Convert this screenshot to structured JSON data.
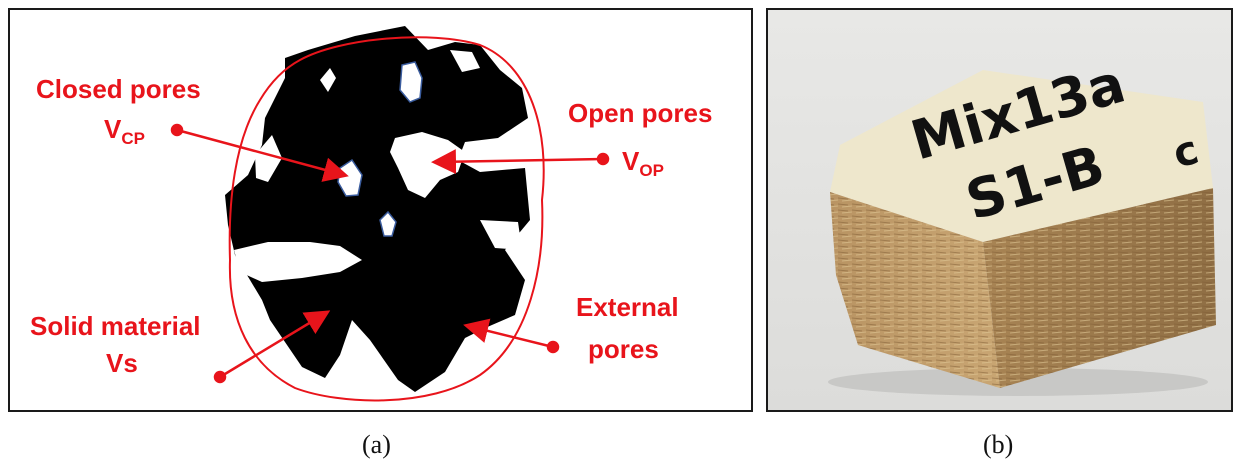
{
  "panel_a": {
    "closed_pores": {
      "title": "Closed pores",
      "symbol": "V",
      "sub": "CP"
    },
    "open_pores": {
      "title": "Open pores",
      "symbol": "V",
      "sub": "OP"
    },
    "solid_material": {
      "title": "Solid material",
      "symbol": "Vs"
    },
    "external_pores": {
      "line1": "External",
      "line2": "pores"
    },
    "accent_color": "#e8141b"
  },
  "panel_b": {
    "handwriting_line1": "Mix13a",
    "handwriting_line2": "S1-B",
    "handwriting_extra": "c"
  },
  "captions": {
    "a": "(a)",
    "b": "(b)"
  }
}
